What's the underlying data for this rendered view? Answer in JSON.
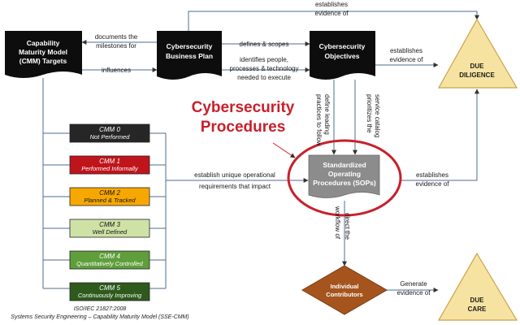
{
  "nodes": {
    "cmm_targets": [
      "Capability",
      "Maturity Model",
      "(CMM) Targets"
    ],
    "business_plan": [
      "Cybersecurity",
      "Business Plan"
    ],
    "objectives": [
      "Cybersecurity",
      "Objectives"
    ],
    "sops": [
      "Standardized",
      "Operating",
      "Procedures (SOPs)"
    ],
    "contributors": [
      "Individual",
      "Contributors"
    ],
    "due_diligence": [
      "DUE",
      "DILIGENCE"
    ],
    "due_care": [
      "DUE",
      "CARE"
    ]
  },
  "callout": [
    "Cybersecurity",
    "Procedures"
  ],
  "cmm_levels": [
    {
      "title": "CMM 0",
      "subtitle": "Not Performed",
      "color": "#262626",
      "text_color": "#ffffff"
    },
    {
      "title": "CMM 1",
      "subtitle": "Performed Informally",
      "color": "#c0141b",
      "text_color": "#ffffff"
    },
    {
      "title": "CMM 2",
      "subtitle": "Planned & Tracked",
      "color": "#f7a800",
      "text_color": "#111111"
    },
    {
      "title": "CMM 3",
      "subtitle": "Well Defined",
      "color": "#cfe2a6",
      "text_color": "#111111"
    },
    {
      "title": "CMM 4",
      "subtitle": "Quantitatively Controlled",
      "color": "#5f9e3a",
      "text_color": "#ffffff"
    },
    {
      "title": "CMM 5",
      "subtitle": "Continuously Improving",
      "color": "#2e5a1c",
      "text_color": "#ffffff"
    }
  ],
  "edges": {
    "top_establishes": [
      "establishes",
      "evidence of"
    ],
    "documents": [
      "documents the",
      "milestones for"
    ],
    "influences": [
      "influences"
    ],
    "defines_scopes": [
      "defines & scopes"
    ],
    "identifies": [
      "identifies people,",
      "processes & technology",
      "needed to execute"
    ],
    "obj_establishes": [
      "establishes",
      "evidence of"
    ],
    "define_leading": [
      "define leading",
      "practices to follow"
    ],
    "prioritizes": [
      "prioritizes the",
      "service catalog"
    ],
    "establish_unique": [
      "establish unique operational",
      "requirements that impact"
    ],
    "sop_establishes": [
      "establishes",
      "evidence of"
    ],
    "direct_workflow": [
      "direct the",
      "workflow of"
    ],
    "generate": [
      "Generate",
      "evidence of"
    ]
  },
  "footer": [
    "ISO/IEC 21827:2008",
    "Systems Security Engineering – Capability Maturity Model (SSE-CMM)"
  ],
  "colors": {
    "triangle": "#f7e3a1",
    "triangle_stroke": "#c9a24a",
    "sop_fill": "#8c8c8c",
    "diamond": "#a5541e",
    "callout": "#c8202b",
    "line": "#4d6e8f"
  }
}
